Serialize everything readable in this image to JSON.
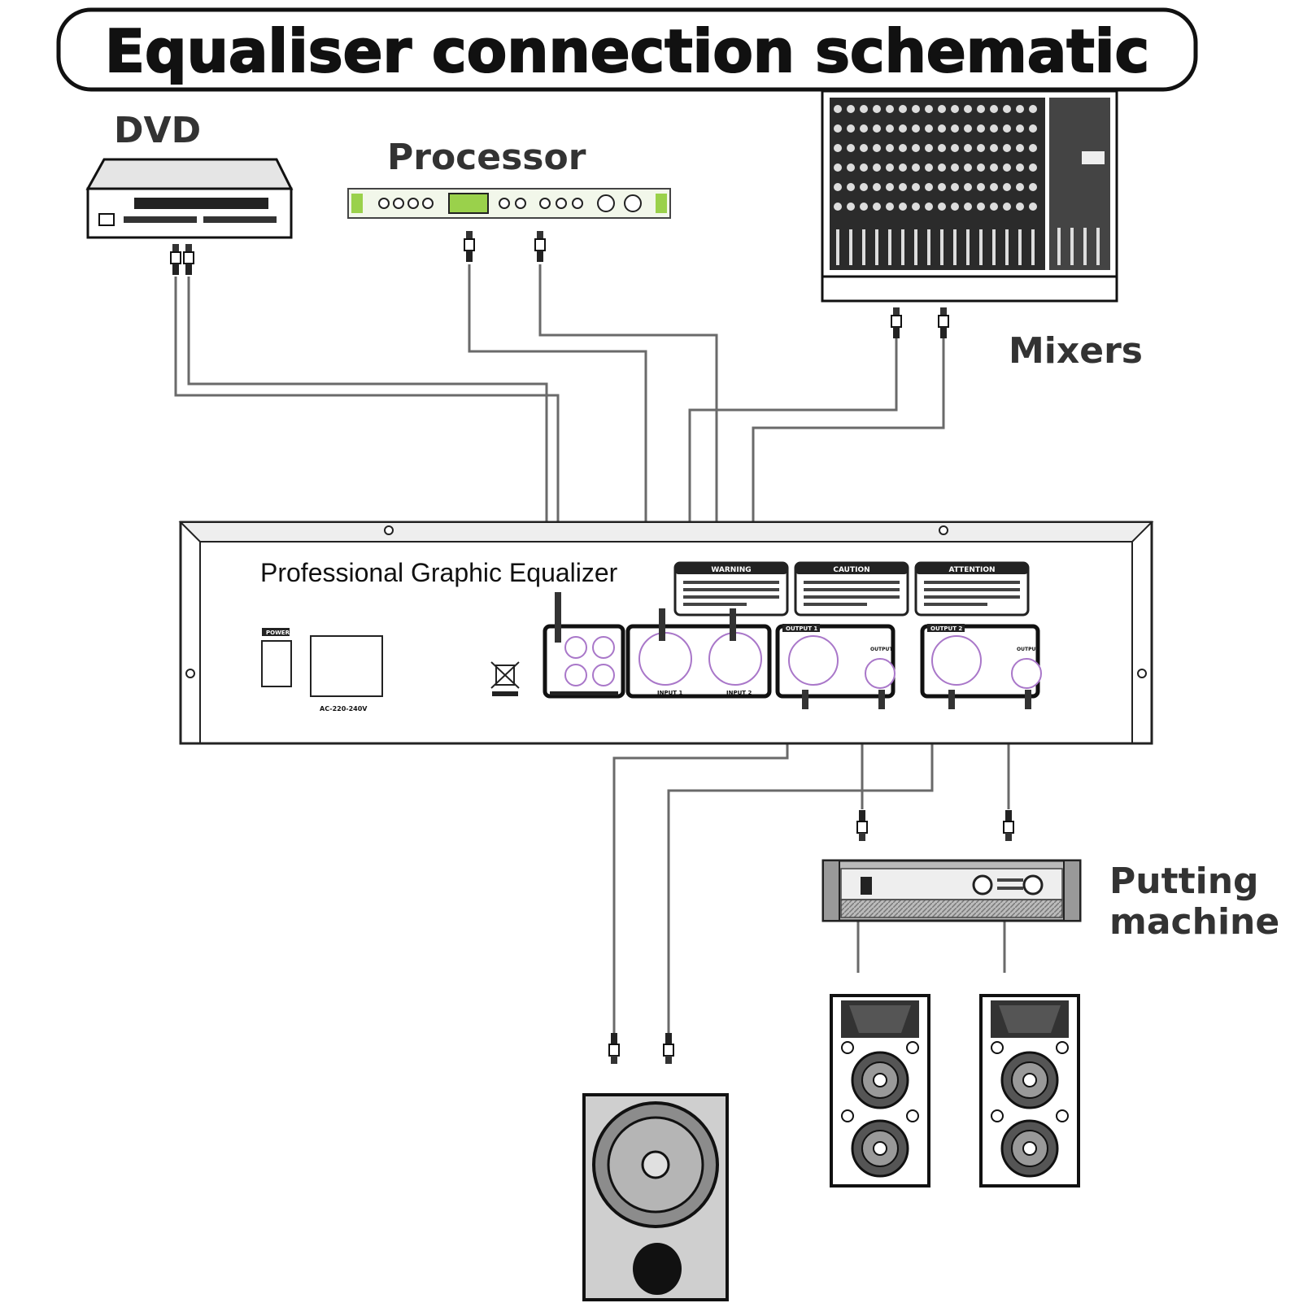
{
  "title": "Equaliser connection schematic",
  "devices": {
    "dvd": "DVD",
    "processor": "Processor",
    "mixers": "Mixers",
    "amplifier": [
      "Putting",
      "machine"
    ]
  },
  "equalizer": {
    "name": "Professional Graphic Equalizer",
    "power_label": "POWER",
    "voltage": "AC-220-240V",
    "warning_labels": [
      "WARNING",
      "CAUTION",
      "ATTENTION"
    ],
    "panel_labels": {
      "input_left": "INPUT 1",
      "input_right": "INPUT 2",
      "output1": "OUTPUT 1",
      "output2": "OUTPUT 2",
      "output_small": "OUTPUT"
    }
  },
  "colors": {
    "cable": "#6a6a6a",
    "label": "#333333",
    "processor_accent": "#9ad14b",
    "xlr_ring": "#a977c9"
  }
}
